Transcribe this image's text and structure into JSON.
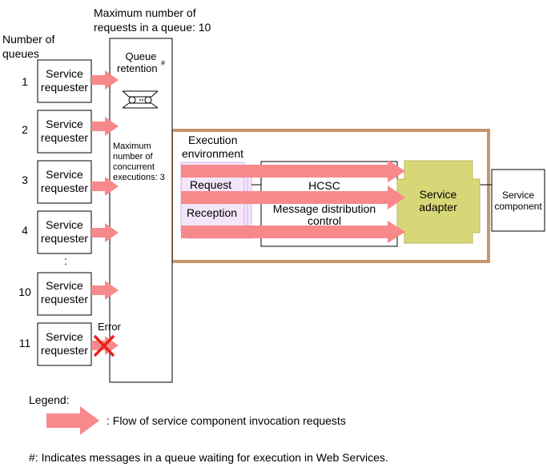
{
  "header": {
    "max_requests_line1": "Maximum number of",
    "max_requests_line2": "requests in a queue: 10",
    "num_queues_line1": "Number of",
    "num_queues_line2": "queues"
  },
  "queue": {
    "title_line1": "Queue",
    "title_line2": "retention",
    "title_footnote_mark": "#",
    "max_concurrent_line1": "Maximum",
    "max_concurrent_line2": "number of",
    "max_concurrent_line3": "concurrent",
    "max_concurrent_line4": "executions: 3"
  },
  "requesters": [
    {
      "number": "1",
      "line1": "Service",
      "line2": "requester"
    },
    {
      "number": "2",
      "line1": "Service",
      "line2": "requester"
    },
    {
      "number": "3",
      "line1": "Service",
      "line2": "requester"
    },
    {
      "number": "4",
      "line1": "Service",
      "line2": "requester"
    },
    {
      "number": "10",
      "line1": "Service",
      "line2": "requester"
    },
    {
      "number": "11",
      "line1": "Service",
      "line2": "requester"
    }
  ],
  "ellipsis_colon": ":",
  "error_label": "Error",
  "execution": {
    "env_line1": "Execution",
    "env_line2": "environment",
    "request_label": "Request",
    "reception_label": "Reception",
    "hcsc_label": "HCSC",
    "msg_dist_line1": "Message distribution",
    "msg_dist_line2": "control",
    "adapter_line1": "Service",
    "adapter_line2": "adapter",
    "component_line1": "Service",
    "component_line2": "component"
  },
  "legend": {
    "title": "Legend:",
    "flow_text": ": Flow of service component invocation requests"
  },
  "footnote": "#: Indicates messages in a queue waiting for execution in Web Services.",
  "colors": {
    "arrow": "#f7898b",
    "env_border": "#c8946a",
    "reception_fill": "#f3e6fa",
    "reception_border": "#d7b3e8",
    "adapter_fill": "#d7d778",
    "adapter_border": "#b9b95f",
    "error_cross": "#e8231c"
  }
}
